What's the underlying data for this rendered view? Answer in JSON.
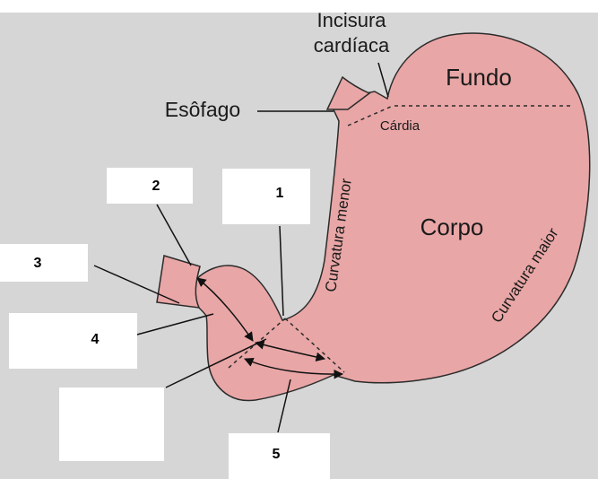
{
  "figure": {
    "background_color": "#d6d6d6",
    "tissue_color": "#e9a6a6",
    "outline_color": "#2b2b2b",
    "box_color": "#ffffff"
  },
  "labels": {
    "incisura_line1": "Incisura",
    "incisura_line2": "cardíaca",
    "fundo": "Fundo",
    "esofago": "Esôfago",
    "cardia": "Cárdia",
    "curvatura_menor": "Curvatura menor",
    "corpo": "Corpo",
    "curvatura_maior": "Curvatura maior"
  },
  "answer_boxes": [
    {
      "number": "1"
    },
    {
      "number": "2"
    },
    {
      "number": "3"
    },
    {
      "number": "4"
    },
    {
      "number": ""
    },
    {
      "number": "5"
    }
  ]
}
